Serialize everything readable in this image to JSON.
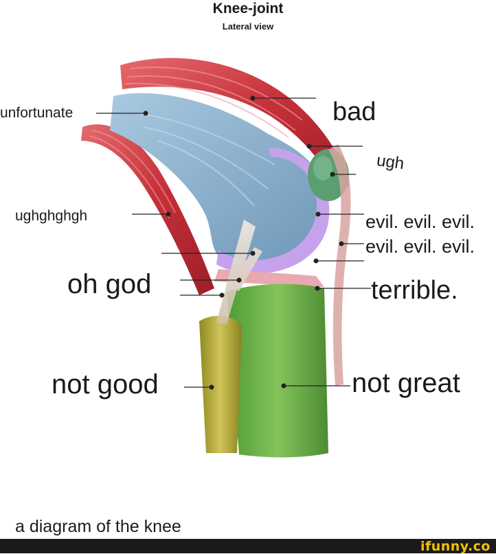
{
  "header": {
    "title": "Knee-joint",
    "subtitle": "Lateral view"
  },
  "labels": {
    "unfortunate": "unfortunate",
    "bad": "bad",
    "ugh": "ugh",
    "ughghghgh": "ughghghgh",
    "evil_1": "evil. evil. evil.",
    "evil_2": "evil. evil. evil.",
    "oh_god": "oh god",
    "terrible": "terrible.",
    "not_good": "not good",
    "not_great": "not great"
  },
  "caption": "a diagram of the knee",
  "footer": {
    "brand": "ifunny.co"
  },
  "colors": {
    "muscle_red": "#c9383f",
    "femur_blue": "#8fb6d3",
    "cartilage_purple": "#c7a2ec",
    "patella_green": "#5a9e72",
    "tibia_green": "#72b648",
    "fibula_yellow": "#bfae3a",
    "tendon_white": "#e6ddd2",
    "meniscus_pink": "#e8a9b0"
  }
}
